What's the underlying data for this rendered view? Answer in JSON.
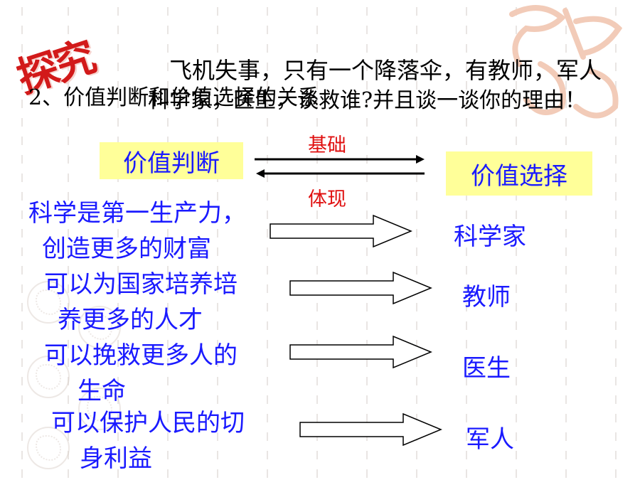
{
  "header": {
    "badge": "探究",
    "question_line1": "飞机失事，只有一个降落伞，有教师，军人",
    "question_line2_prefix": "2、价值判断和价值选择的关系",
    "question_line2": "科学家，医生，谈救谁?并且谈一谈你的理由！"
  },
  "relation": {
    "left_box": "价值判断",
    "right_box": "价值选择",
    "top_label": "基础",
    "bottom_label": "体现"
  },
  "choices": [
    {
      "reason_line1": "科学是第一生产力，",
      "reason_line2": "创造更多的财富",
      "person": "科学家"
    },
    {
      "reason_line1": "可以为国家培养培",
      "reason_line2": "养更多的人才",
      "person": "教师"
    },
    {
      "reason_line1": "可以挽救更多人的",
      "reason_line2": "生命",
      "person": "医生"
    },
    {
      "reason_line1": "可以保护人民的切",
      "reason_line2": "身利益",
      "person": "军人"
    }
  ],
  "colors": {
    "accent_red": "#e01010",
    "text_blue": "#1a1aff",
    "highlight_yellow": "#ffff99"
  }
}
